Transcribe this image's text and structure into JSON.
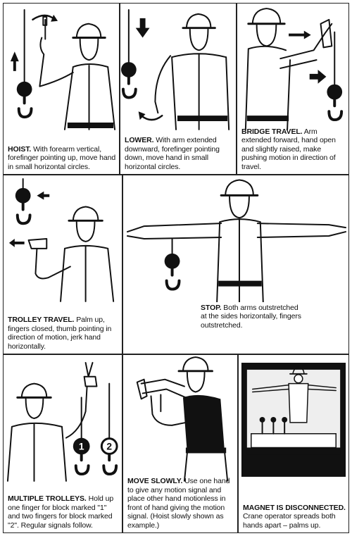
{
  "signals": [
    {
      "heading": "HOIST.",
      "text": "With forearm vertical, forefinger pointing up, move hand in small horizontal circles."
    },
    {
      "heading": "LOWER.",
      "text": "With arm extended downward, forefinger pointing down, move hand in small horizontal circles."
    },
    {
      "heading": "BRIDGE TRAVEL.",
      "text": "Arm extended forward, hand open and slightly raised, make pushing motion in direction of travel."
    },
    {
      "heading": "TROLLEY TRAVEL.",
      "text": "Palm up, fingers closed, thumb pointing in direction of motion, jerk hand horizontally."
    },
    {
      "heading": "STOP.",
      "text": "Both arms outstretched at the sides horizontally, fingers outstretched."
    },
    {
      "heading": "MULTIPLE TROLLEYS.",
      "text": "Hold up one finger for block marked \"1\" and two fingers for block marked \"2\". Regular signals follow."
    },
    {
      "heading": "MOVE SLOWLY.",
      "text": "Use one hand to give any motion signal and place other hand motionless in front of hand giving the motion signal. (Hoist slowly shown as example.)"
    },
    {
      "heading": "MAGNET IS DISCONNECTED.",
      "text": "Crane operator spreads both hands apart – palms up."
    }
  ],
  "block_labels": [
    "1",
    "2"
  ],
  "icons": [
    "crane-hook-icon",
    "direction-arrow-icon",
    "rotation-arrow-icon",
    "crane-operator-figure"
  ]
}
